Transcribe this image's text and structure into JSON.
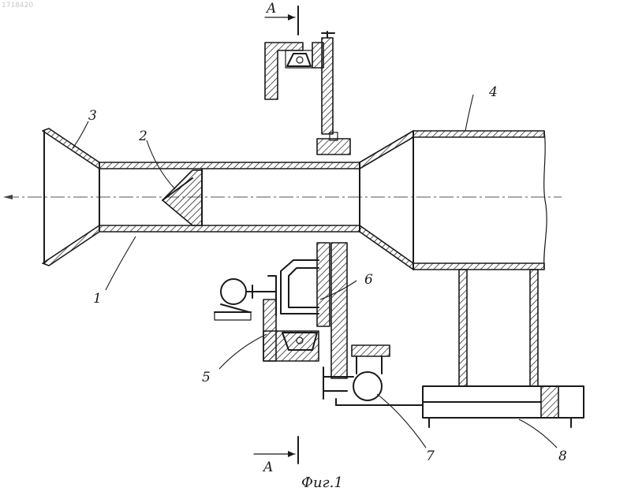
{
  "stamp": "1718420",
  "section_label_top": "A",
  "section_label_bottom": "A",
  "labels": {
    "l1": "1",
    "l2": "2",
    "l3": "3",
    "l4": "4",
    "l5": "5",
    "l6": "6",
    "l7": "7",
    "l8": "8"
  },
  "caption": "Фиг.1"
}
